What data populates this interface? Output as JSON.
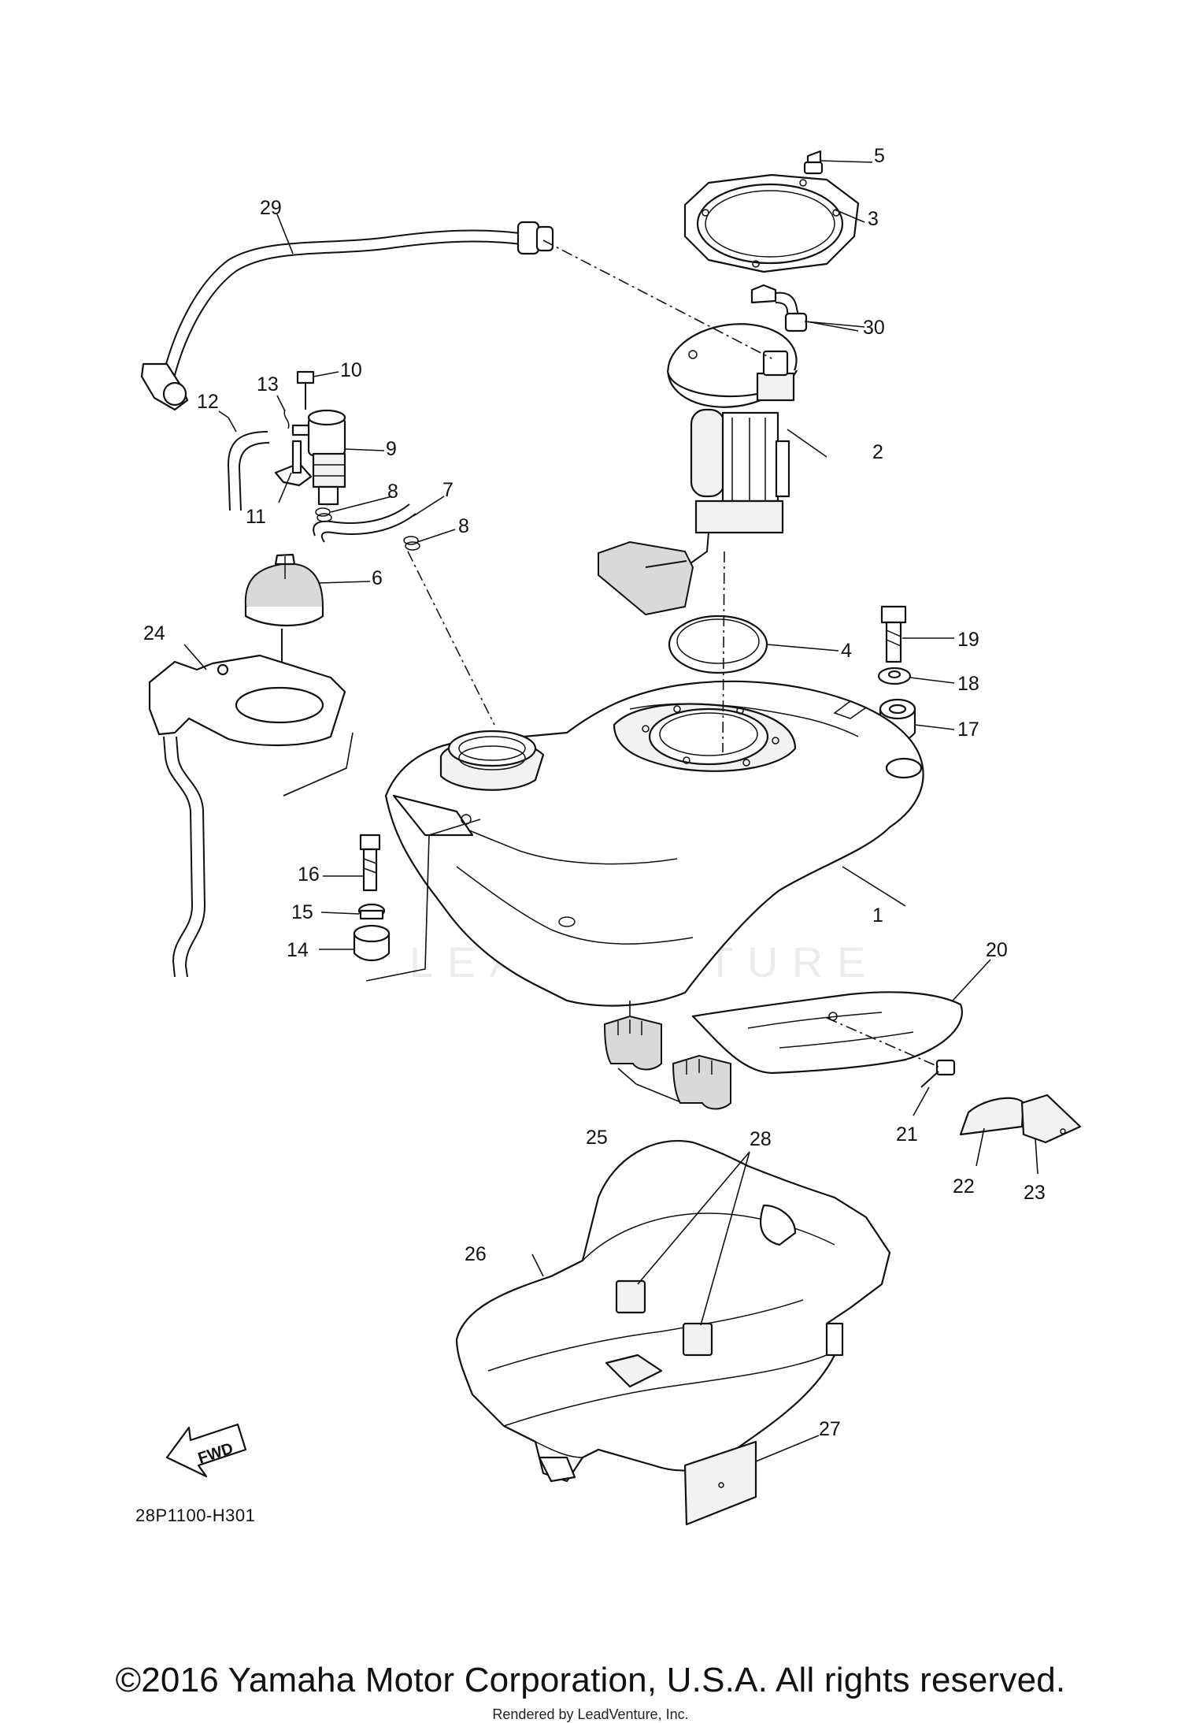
{
  "diagram": {
    "code": "28P1100-H301",
    "fwd_label": "FWD",
    "watermark": "LEADVENTURE",
    "callouts": [
      {
        "id": "1",
        "label": "1"
      },
      {
        "id": "2",
        "label": "2"
      },
      {
        "id": "3",
        "label": "3"
      },
      {
        "id": "4",
        "label": "4"
      },
      {
        "id": "5",
        "label": "5"
      },
      {
        "id": "6",
        "label": "6"
      },
      {
        "id": "7",
        "label": "7"
      },
      {
        "id": "8a",
        "label": "8"
      },
      {
        "id": "8b",
        "label": "8"
      },
      {
        "id": "9",
        "label": "9"
      },
      {
        "id": "10",
        "label": "10"
      },
      {
        "id": "11",
        "label": "11"
      },
      {
        "id": "12",
        "label": "12"
      },
      {
        "id": "13",
        "label": "13"
      },
      {
        "id": "14",
        "label": "14"
      },
      {
        "id": "15",
        "label": "15"
      },
      {
        "id": "16",
        "label": "16"
      },
      {
        "id": "17",
        "label": "17"
      },
      {
        "id": "18",
        "label": "18"
      },
      {
        "id": "19",
        "label": "19"
      },
      {
        "id": "20",
        "label": "20"
      },
      {
        "id": "21",
        "label": "21"
      },
      {
        "id": "22",
        "label": "22"
      },
      {
        "id": "23",
        "label": "23"
      },
      {
        "id": "24",
        "label": "24"
      },
      {
        "id": "25",
        "label": "25"
      },
      {
        "id": "26",
        "label": "26"
      },
      {
        "id": "27",
        "label": "27"
      },
      {
        "id": "28",
        "label": "28"
      },
      {
        "id": "29",
        "label": "29"
      },
      {
        "id": "30",
        "label": "30"
      }
    ]
  },
  "footer": {
    "copyright": "©2016 Yamaha Motor Corporation, U.S.A. All rights reserved.",
    "rendered_by": "Rendered by LeadVenture, Inc."
  }
}
